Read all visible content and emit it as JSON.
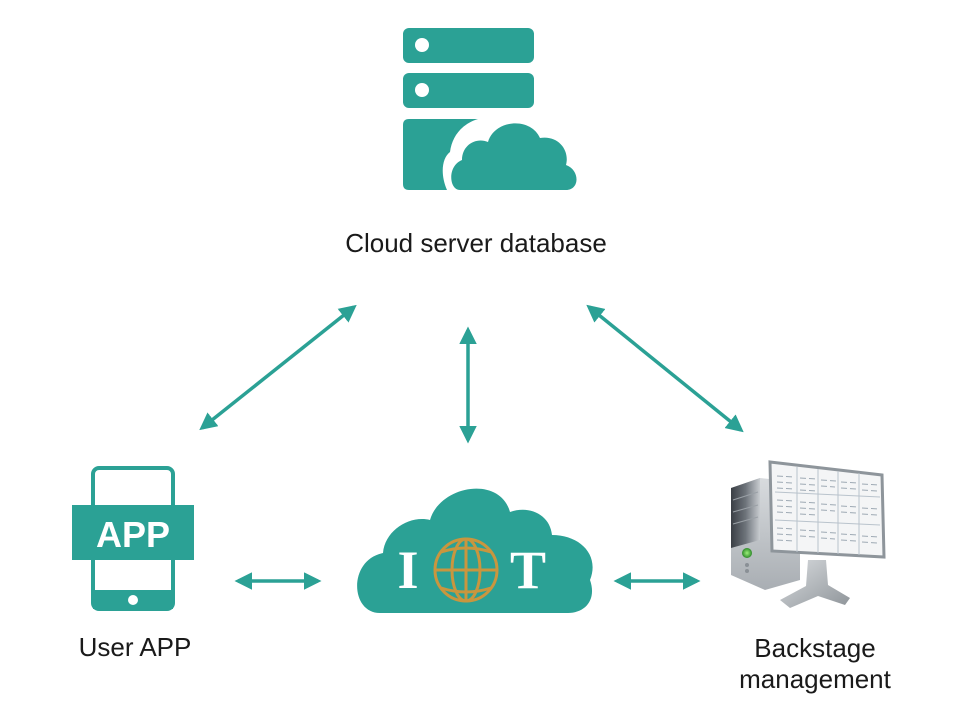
{
  "diagram": {
    "nodes": {
      "cloud_server": {
        "label": "Cloud server database",
        "icon": "server-cloud-icon"
      },
      "iot": {
        "letters": [
          "I",
          "T"
        ],
        "icon": "iot-cloud-globe-icon"
      },
      "user_app": {
        "label": "User APP",
        "badge_text": "APP",
        "icon": "phone-app-icon"
      },
      "backstage": {
        "label": "Backstage management",
        "label_lines": [
          "Backstage",
          "management"
        ],
        "icon": "desktop-computer-icon"
      }
    },
    "edges": [
      {
        "from": "user_app",
        "to": "cloud_server",
        "direction": "bidirectional"
      },
      {
        "from": "iot",
        "to": "cloud_server",
        "direction": "bidirectional"
      },
      {
        "from": "backstage",
        "to": "cloud_server",
        "direction": "bidirectional"
      },
      {
        "from": "user_app",
        "to": "iot",
        "direction": "bidirectional"
      },
      {
        "from": "iot",
        "to": "backstage",
        "direction": "bidirectional"
      }
    ]
  },
  "colors": {
    "teal": "#2BA195",
    "gold": "#C9963E",
    "text": "#1a1a1a"
  }
}
